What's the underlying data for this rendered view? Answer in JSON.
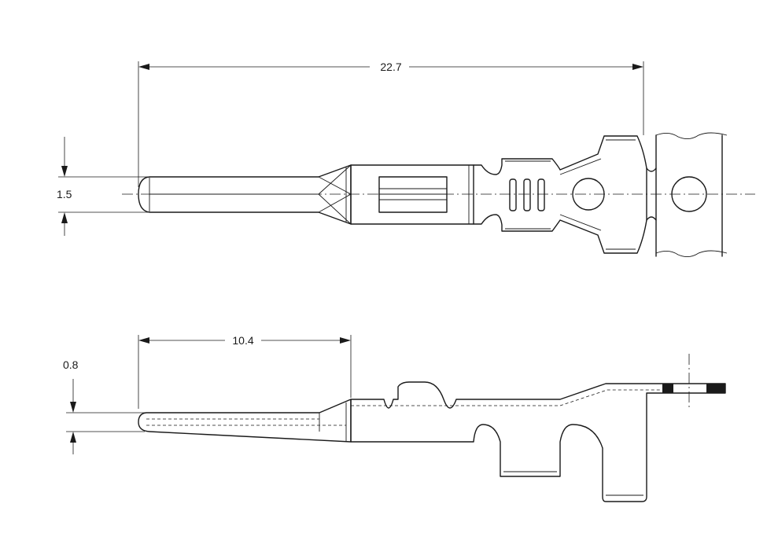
{
  "dimensions": {
    "overall_length": "22.7",
    "pin_diameter": "1.5",
    "pin_length": "10.4",
    "pin_thickness": "0.8"
  },
  "colors": {
    "line": "#1a1a1a",
    "background": "#ffffff"
  }
}
